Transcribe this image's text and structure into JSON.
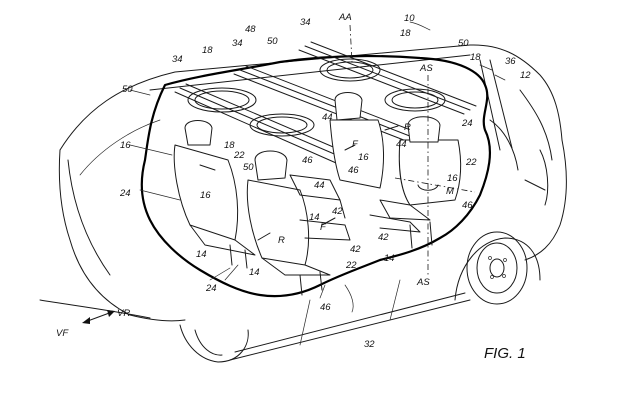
{
  "figure_title": "FIG. 1",
  "direction_labels": {
    "vf": "VF",
    "vr": "VR"
  },
  "callouts": {
    "c10": "10",
    "c12": "12",
    "c14_a": "14",
    "c14_b": "14",
    "c14_c": "14",
    "c14_d": "14",
    "c16_a": "16",
    "c16_b": "16",
    "c16_c": "16",
    "c16_d": "16",
    "c18_a": "18",
    "c18_b": "18",
    "c18_c": "18",
    "c18_d": "18",
    "c22_a": "22",
    "c22_b": "22",
    "c22_c": "22",
    "c24_a": "24",
    "c24_b": "24",
    "c24_c": "24",
    "c32": "32",
    "c34_a": "34",
    "c34_b": "34",
    "c34_c": "34",
    "c36": "36",
    "c42_a": "42",
    "c42_b": "42",
    "c42_c": "42",
    "c44_a": "44",
    "c44_b": "44",
    "c44_c": "44",
    "c46_a": "46",
    "c46_b": "46",
    "c46_c": "46",
    "c46_d": "46",
    "c48": "48",
    "c50_a": "50",
    "c50_b": "50",
    "c50_c": "50",
    "c50_d": "50",
    "aa": "AA",
    "as_top": "AS",
    "as_bottom": "AS",
    "m": "M",
    "f_a": "F",
    "f_b": "F",
    "r_a": "R",
    "r_b": "R"
  }
}
